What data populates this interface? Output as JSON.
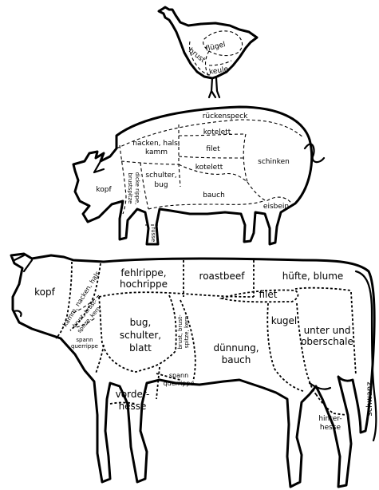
{
  "chicken": {
    "fluegel": "flügel",
    "brust": "brust",
    "keule": "keule"
  },
  "pig": {
    "rueckenspeck": "rückenspeck",
    "kotelett_top": "kotelett",
    "nacken_line1": "nacken, hals,",
    "nacken_line2": "kamm",
    "filet": "filet",
    "kotelett_mid": "kotelett",
    "schinken": "schinken",
    "kopf": "kopf",
    "dicke_rippe": "dicke rippe,",
    "brustspitze": "brustspitze",
    "schulter_line1": "schulter,",
    "schulter_line2": "bug",
    "bauch": "bauch",
    "eisbein": "eisbein",
    "fuesse": "füsse"
  },
  "cow": {
    "kopf": "kopf",
    "kamm": "kamm, nacken, hals",
    "brust_a_line1": "brust, brust-",
    "brust_a_line2": "spitze, kern",
    "spann_a_line1": "spann",
    "spann_a_line2": "querrippe",
    "fehlrippe_line1": "fehlrippe,",
    "fehlrippe_line2": "hochrippe",
    "roastbeef": "roastbeef",
    "huefte": "hüfte, blume",
    "filet": "filet",
    "bug_line1": "bug,",
    "bug_line2": "schulter,",
    "bug_line3": "blatt",
    "brust_b_line1": "brust, brust-",
    "brust_b_line2": "spitze, kern",
    "duennung_line1": "dünnung,",
    "duennung_line2": "bauch",
    "kugel": "kugel",
    "unter_line1": "unter und",
    "unter_line2": "oberschale",
    "spann_b_line1": "spann",
    "spann_b_line2": "querrippe",
    "vorder_line1": "vorder-",
    "vorder_line2": "hesse",
    "hinter_line1": "hinter-",
    "hinter_line2": "hesse",
    "schwanz": "schwanz"
  }
}
